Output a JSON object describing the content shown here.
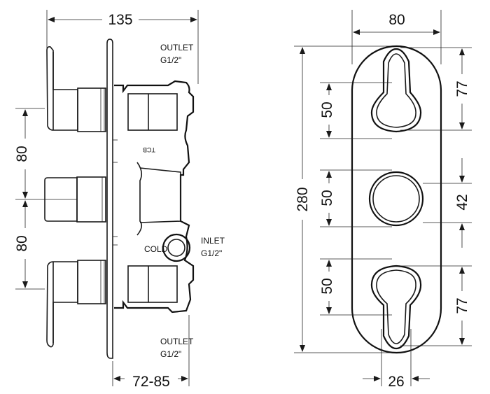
{
  "side_view": {
    "overall_width": "135",
    "spacing_upper": "80",
    "spacing_lower": "80",
    "depth_range": "72-85",
    "outlet_top_label": "OUTLET",
    "outlet_top_size": "G1/2\"",
    "outlet_bottom_label": "OUTLET",
    "outlet_bottom_size": "G1/2\"",
    "inlet_label": "INLET",
    "inlet_size": "G1/2\"",
    "cold_label": "COLD",
    "body_stamp": "TCB"
  },
  "front_view": {
    "plate_width": "80",
    "plate_height": "280",
    "top_handle_dia": "50",
    "middle_knob_dia": "50",
    "bottom_handle_dia": "50",
    "top_offset": "77",
    "middle_spacing": "42",
    "bottom_offset": "77",
    "lever_width": "26"
  },
  "colors": {
    "line": "#1a1a1a",
    "background": "#ffffff"
  }
}
